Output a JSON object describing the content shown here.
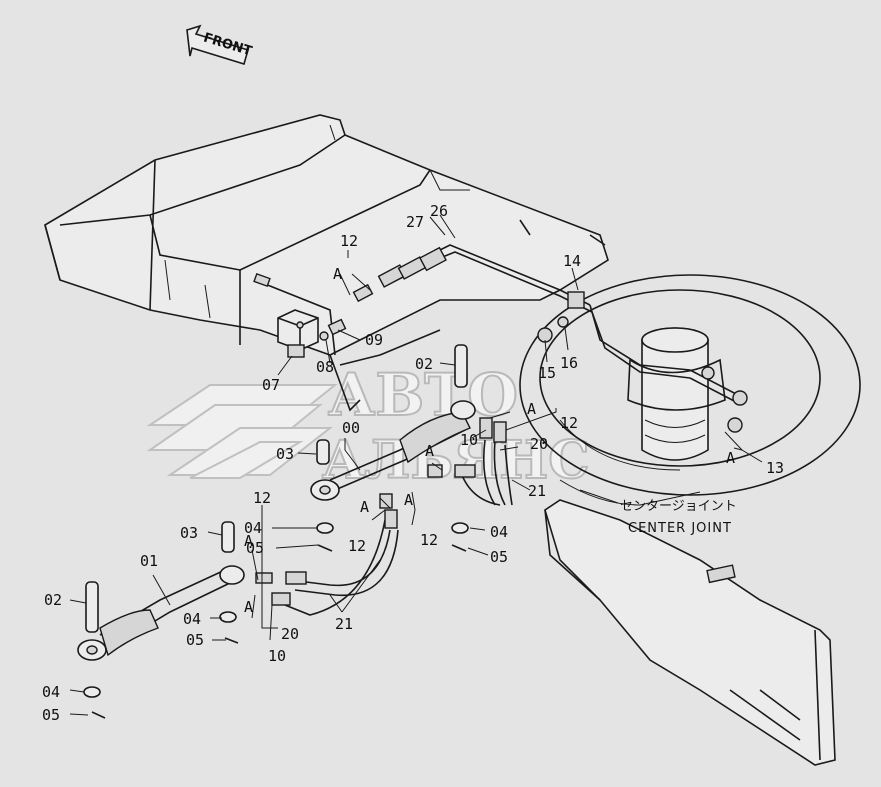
{
  "front_arrow": {
    "label": "FRONT"
  },
  "center_joint": {
    "label_jp": "センタージョイント",
    "label_en": "CENTER JOINT"
  },
  "watermark": {
    "line1": "АВТО",
    "line2": "АЛЬЯНС"
  },
  "part_labels": {
    "p00": "00",
    "p01": "01",
    "p02a": "02",
    "p02b": "02",
    "p03a": "03",
    "p03b": "03",
    "p04a": "04",
    "p04b": "04",
    "p04c": "04",
    "p04d": "04",
    "p05a": "05",
    "p05b": "05",
    "p05c": "05",
    "p05d": "05",
    "p07": "07",
    "p08": "08",
    "p09": "09",
    "p10a": "10",
    "p10b": "10",
    "p12a": "12",
    "p12b": "12",
    "p12c": "12",
    "p12d": "12",
    "p12e": "12",
    "p13": "13",
    "p14": "14",
    "p15": "15",
    "p16": "16",
    "p20a": "20",
    "p20b": "20",
    "p21a": "21",
    "p21b": "21",
    "p26": "26",
    "p27": "27"
  },
  "ref_letters": {
    "a1": "A",
    "a2": "A",
    "a3": "A",
    "a4": "A",
    "a5": "A",
    "a6": "A",
    "a7": "A",
    "a8": "A"
  }
}
